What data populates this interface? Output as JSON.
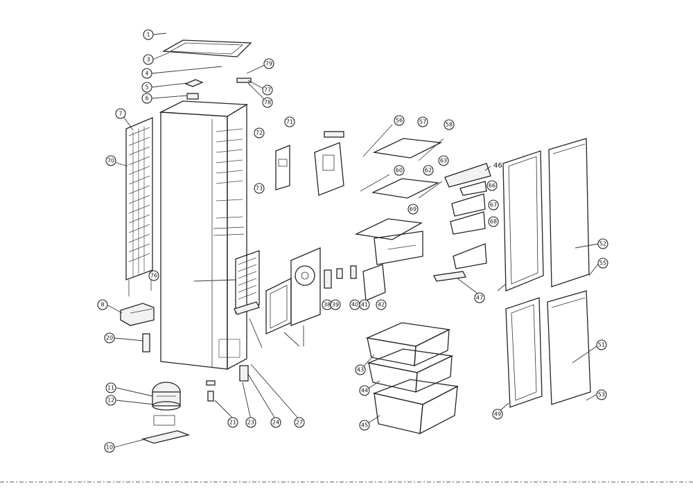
{
  "diagram": {
    "callouts": [
      "1",
      "3",
      "4",
      "5",
      "6",
      "7",
      "8",
      "10",
      "11",
      "12",
      "20",
      "21",
      "23",
      "24",
      "27",
      "38",
      "39",
      "40",
      "41",
      "42",
      "43",
      "44",
      "45",
      "47",
      "49",
      "51",
      "52",
      "53",
      "55",
      "56",
      "57",
      "58",
      "60",
      "62",
      "63",
      "66",
      "67",
      "68",
      "69",
      "70",
      "71",
      "72",
      "73",
      "76",
      "77",
      "78",
      "79"
    ],
    "plain_label": "46"
  }
}
